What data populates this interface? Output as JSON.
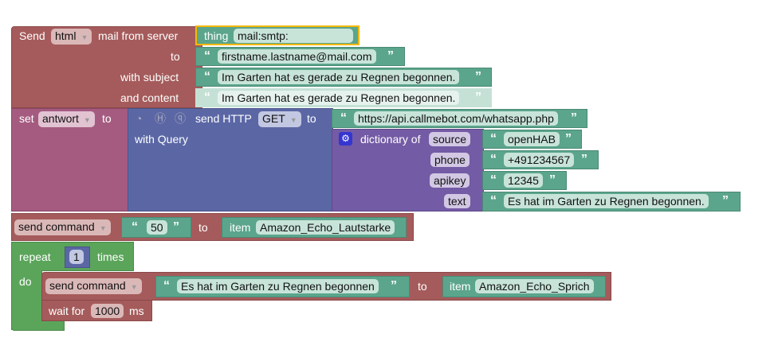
{
  "mail": {
    "send": "Send",
    "format": "html",
    "from": "mail from server",
    "thing_label": "thing",
    "thing_value": "mail:smtp:",
    "to_label": "to",
    "to_value": "firstname.lastname@mail.com",
    "subject_label": "with subject",
    "subject_value": "Im Garten hat es gerade zu Regnen begonnen.",
    "content_label": "and content",
    "content_value": "Im Garten hat es gerade zu Regnen begonnen."
  },
  "set": {
    "label": "set",
    "variable": "antwort",
    "to": "to"
  },
  "http": {
    "label": "send HTTP",
    "method": "GET",
    "to": "to",
    "url": "https://api.callmebot.com/whatsapp.php",
    "query_label": "with Query"
  },
  "dict": {
    "label": "dictionary of",
    "entries": [
      {
        "key": "source",
        "value": "openHAB"
      },
      {
        "key": "phone",
        "value": "+491234567"
      },
      {
        "key": "apikey",
        "value": "12345"
      },
      {
        "key": "text",
        "value": "Es hat im Garten zu Regnen begonnen."
      }
    ]
  },
  "cmd1": {
    "label": "send command",
    "value": "50",
    "to": "to",
    "item_label": "item",
    "item": "Amazon_Echo_Lautstarke"
  },
  "repeat": {
    "label": "repeat",
    "count": "1",
    "times": "times",
    "do": "do"
  },
  "cmd2": {
    "label": "send command",
    "value": "Es hat im Garten zu Regnen begonnen",
    "to": "to",
    "item_label": "item",
    "item": "Amazon_Echo_Sprich"
  },
  "wait": {
    "label": "wait for",
    "value": "1000",
    "unit": "ms"
  },
  "quotes": {
    "open": "“",
    "close": "”"
  }
}
